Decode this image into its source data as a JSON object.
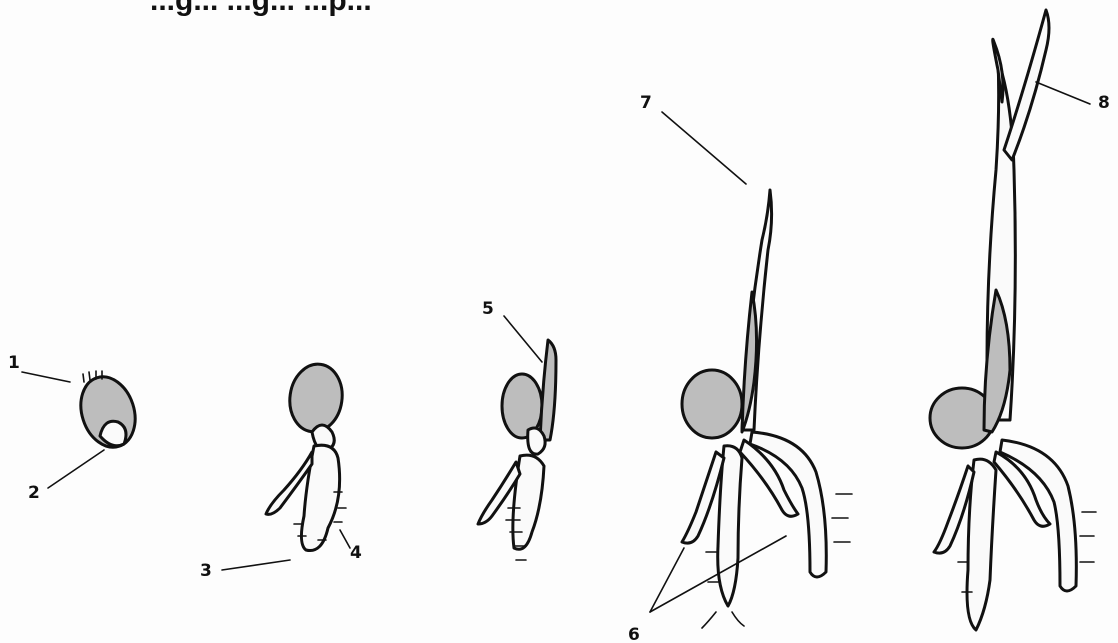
{
  "title": "...g... ...g... ...p...",
  "labels": {
    "l1": "1",
    "l2": "2",
    "l3": "3",
    "l4": "4",
    "l5": "5",
    "l6": "6",
    "l7": "7",
    "l8": "8"
  },
  "colors": {
    "seed": "#bdbdbd",
    "ink": "#111111",
    "background": "#fdfdfd"
  }
}
